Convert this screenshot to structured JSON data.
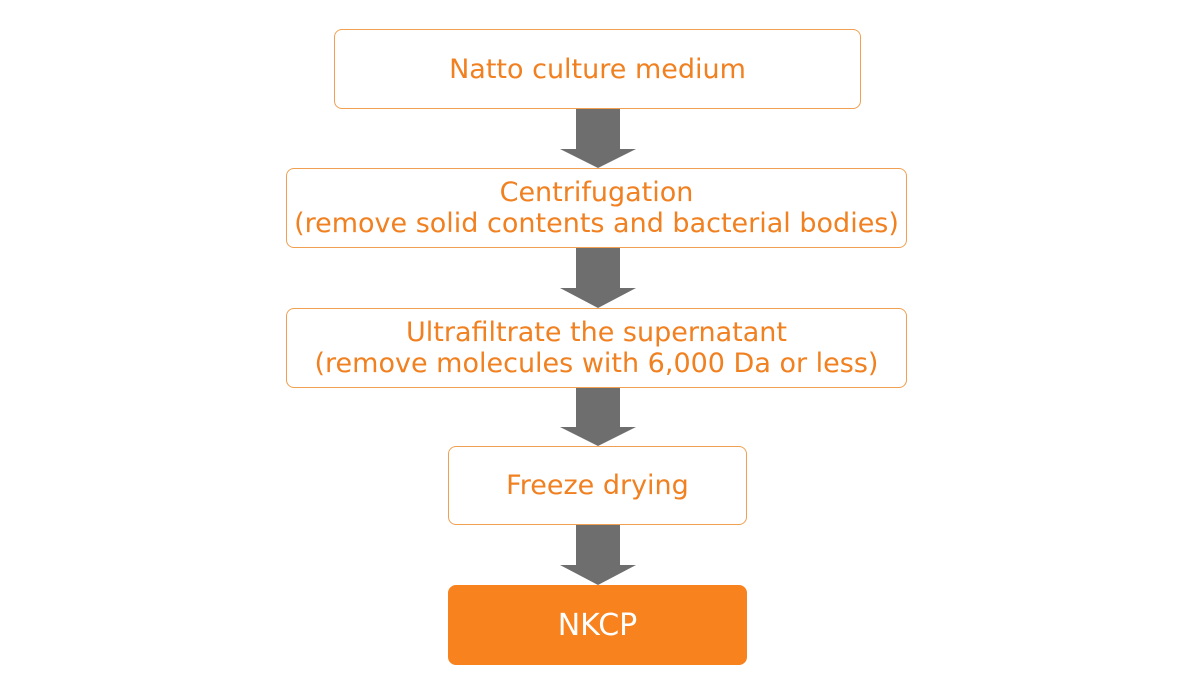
{
  "steps": [
    {
      "lines": [
        "Natto culture medium"
      ]
    },
    {
      "lines": [
        "Centrifugation",
        "(remove solid contents and bacterial bodies)"
      ]
    },
    {
      "lines": [
        "Ultrafiltrate the supernatant",
        "(remove molecules with 6,000 Da or less)"
      ]
    },
    {
      "lines": [
        "Freeze drying"
      ]
    },
    {
      "lines": [
        "NKCP"
      ]
    }
  ],
  "colors": {
    "box_border": "#f0a050",
    "box_text": "#f08020",
    "final_fill": "#f7821e",
    "final_text": "#ffffff",
    "arrow": "#6e6e6e"
  }
}
